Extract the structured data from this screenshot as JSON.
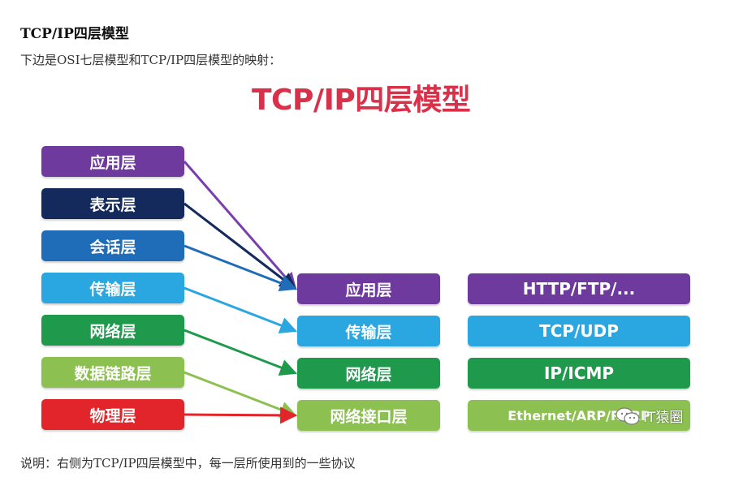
{
  "heading": "TCP/IP四层模型",
  "intro": "下边是OSI七层模型和TCP/IP四层模型的映射：",
  "figure": {
    "title": "TCP/IP四层模型",
    "osi_layers": [
      {
        "label": "应用层",
        "color": "#6f3a9e"
      },
      {
        "label": "表示层",
        "color": "#142a5c"
      },
      {
        "label": "会话层",
        "color": "#1f6cb8"
      },
      {
        "label": "传输层",
        "color": "#2aa7e0"
      },
      {
        "label": "网络层",
        "color": "#1f9a4c"
      },
      {
        "label": "数据链路层",
        "color": "#8cc152"
      },
      {
        "label": "物理层",
        "color": "#e2252b"
      }
    ],
    "tcpip_layers": [
      {
        "label": "应用层",
        "color": "#6f3a9e"
      },
      {
        "label": "传输层",
        "color": "#2aa7e0"
      },
      {
        "label": "网络层",
        "color": "#1f9a4c"
      },
      {
        "label": "网络接口层",
        "color": "#8cc152"
      }
    ],
    "protocols": [
      {
        "label": "HTTP/FTP/...",
        "color": "#6f3a9e"
      },
      {
        "label": "TCP/UDP",
        "color": "#2aa7e0"
      },
      {
        "label": "IP/ICMP",
        "color": "#1f9a4c"
      },
      {
        "label": "Ethernet/ARP/RARP",
        "color": "#8cc152"
      }
    ],
    "mappings": [
      {
        "from": "应用层",
        "to": "应用层",
        "color": "#7a3fae"
      },
      {
        "from": "表示层",
        "to": "应用层",
        "color": "#142a5c"
      },
      {
        "from": "会话层",
        "to": "应用层",
        "color": "#1f6cb8"
      },
      {
        "from": "传输层",
        "to": "传输层",
        "color": "#2aa7e0"
      },
      {
        "from": "网络层",
        "to": "网络层",
        "color": "#1f9a4c"
      },
      {
        "from": "数据链路层",
        "to": "网络接口层",
        "color": "#8cc152"
      },
      {
        "from": "物理层",
        "to": "网络接口层",
        "color": "#e2252b"
      }
    ],
    "watermark": "IT猿圈"
  },
  "note": "说明：右侧为TCP/IP四层模型中，每一层所使用到的一些协议"
}
